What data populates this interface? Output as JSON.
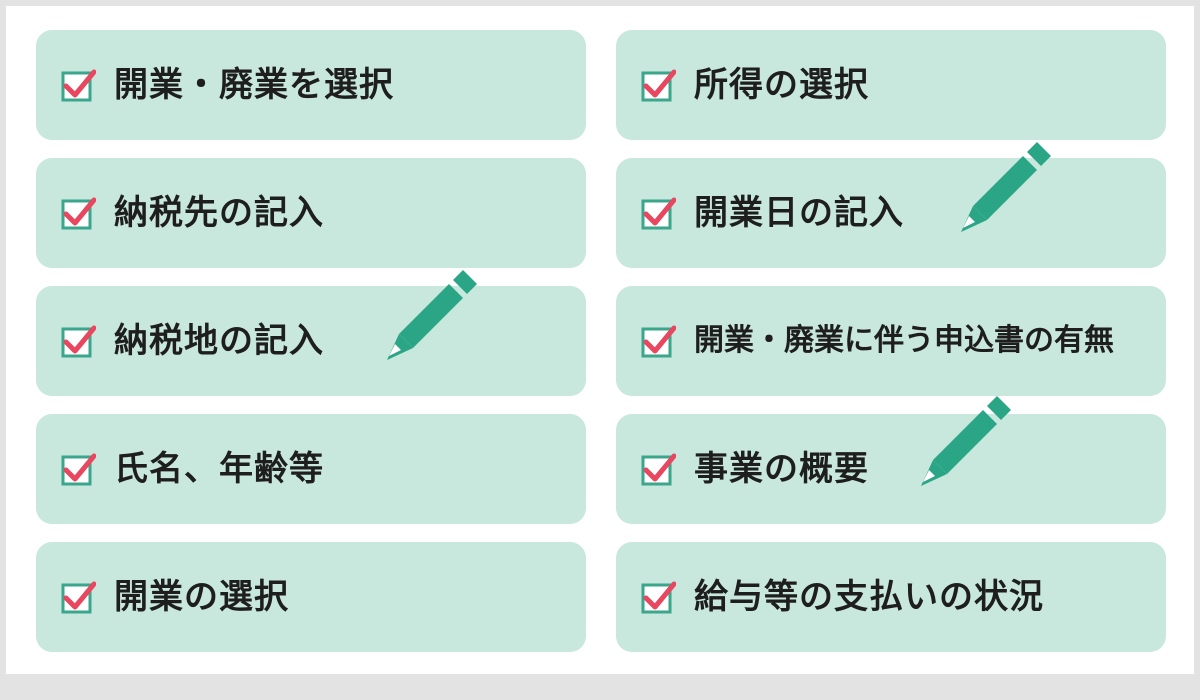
{
  "left_column": [
    {
      "label": "開業・廃業を選択"
    },
    {
      "label": "納税先の記入"
    },
    {
      "label": "納税地の記入"
    },
    {
      "label": "氏名、年齢等"
    },
    {
      "label": "開業の選択"
    }
  ],
  "right_column": [
    {
      "label": "所得の選択"
    },
    {
      "label": "開業日の記入"
    },
    {
      "label": "開業・廃業に伴う申込書の有無"
    },
    {
      "label": "事業の概要"
    },
    {
      "label": "給与等の支払いの状況"
    }
  ],
  "icons": {
    "checkbox": "checked-box-icon",
    "pencil": "pencil-icon"
  },
  "colors": {
    "card": "#c8e7dd",
    "check_box": "#3aa68c",
    "check_mark": "#e8475f",
    "pencil": "#2aa585",
    "text": "#1e1e1e"
  }
}
